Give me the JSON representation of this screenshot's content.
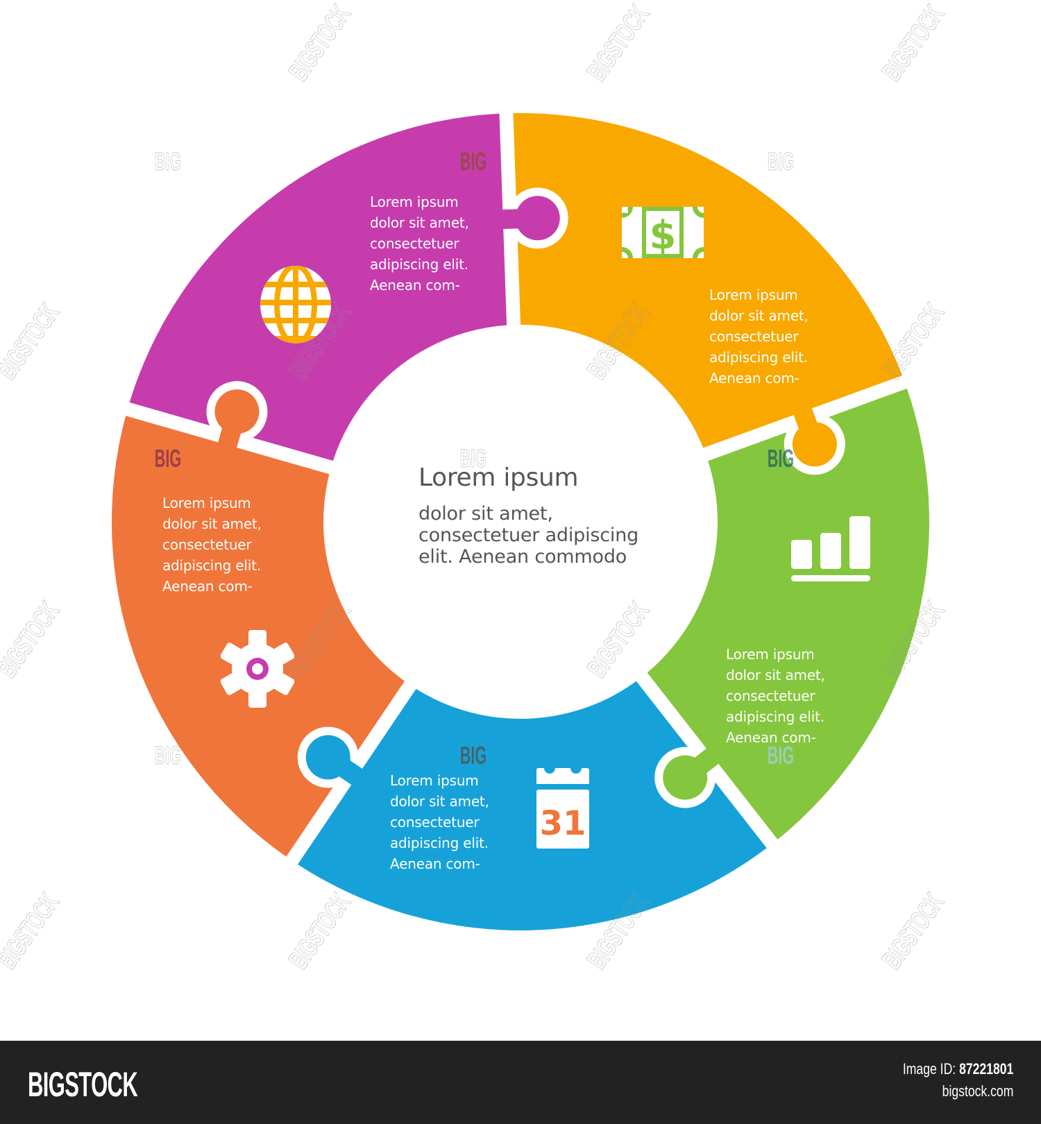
{
  "diagram": {
    "type": "circular-puzzle-cycle",
    "center": {
      "title": "Lorem ipsum",
      "body": "dolor sit amet,\nconsectetuer adipiscing\nelit. Aenean commodo"
    },
    "segments": [
      {
        "id": "top-left",
        "color": "#F9A800",
        "icon": "globe-icon",
        "text": "Lorem ipsum\ndolor sit amet,\nconsectetuer\nadipiscing elit.\nAenean com-"
      },
      {
        "id": "top-right",
        "color": "#84C63D",
        "icon": "money-bill-icon",
        "text": "Lorem ipsum\ndolor sit amet,\nconsectetuer\nadipiscing elit.\nAenean com-"
      },
      {
        "id": "right",
        "color": "#16A2D8",
        "icon": "bar-chart-icon",
        "text": "Lorem ipsum\ndolor sit amet,\nconsectetuer\nadipiscing elit.\nAenean com-"
      },
      {
        "id": "bottom",
        "color": "#F0753A",
        "icon": "calendar-icon",
        "icon_label": "31",
        "text": "Lorem ipsum\ndolor sit amet,\nconsectetuer\nadipiscing elit.\nAenean com-"
      },
      {
        "id": "left",
        "color": "#C63CAD",
        "icon": "gear-icon",
        "text": "Lorem ipsum\ndolor sit amet,\nconsectetuer\nadipiscing elit.\nAenean com-"
      }
    ]
  },
  "watermark": {
    "text": "BIGSTOCK",
    "short": "BIG"
  },
  "footer": {
    "logo": "BIGSTOCK",
    "image_id_label": "Image ID:",
    "image_id": "87221801",
    "site": "bigstock.com",
    "background": "#222222"
  }
}
